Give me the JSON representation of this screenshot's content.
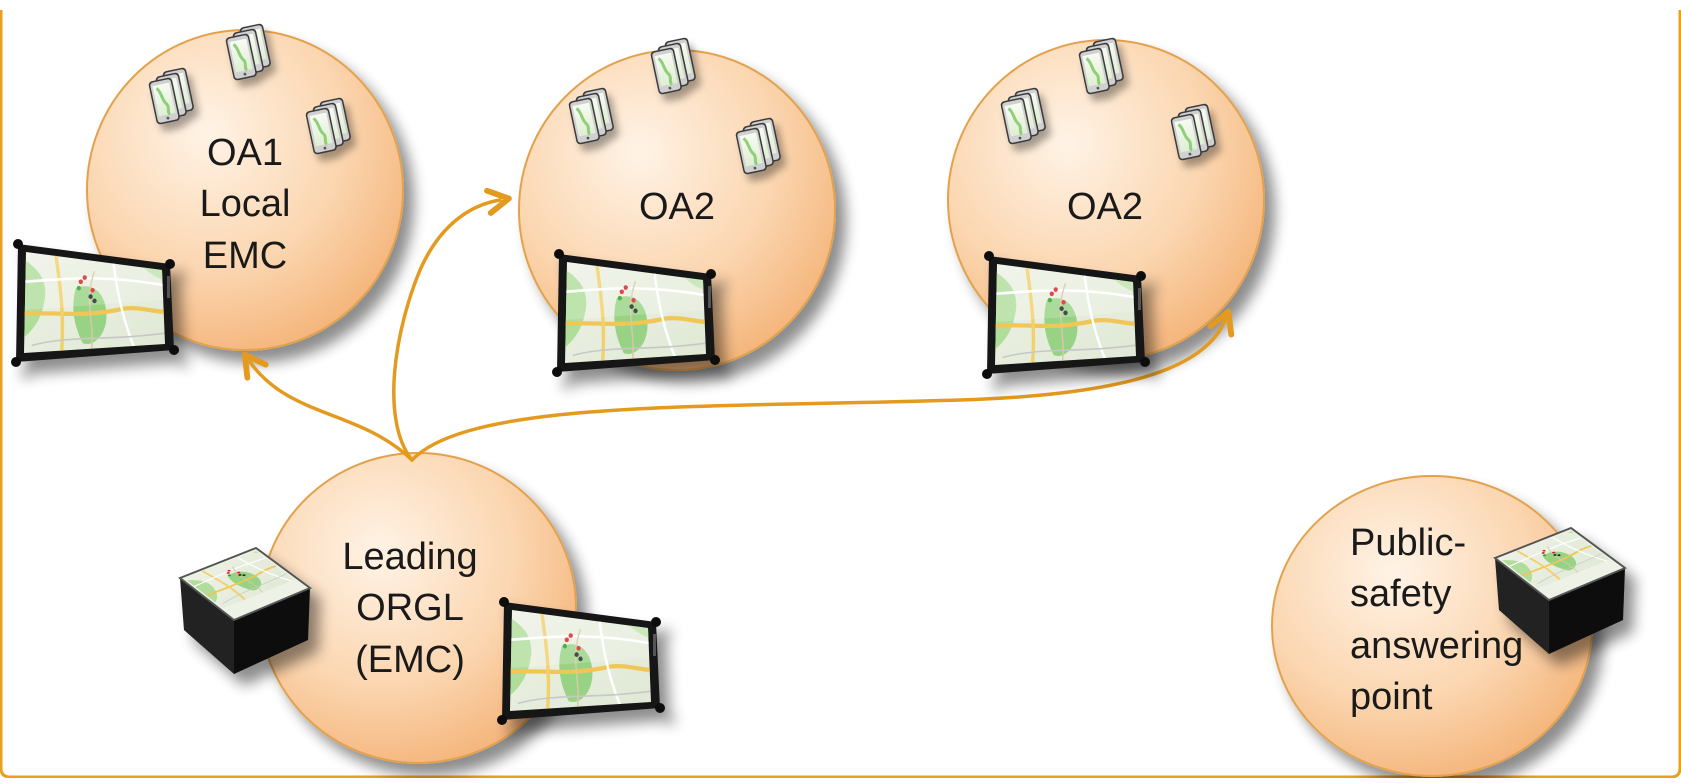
{
  "colors": {
    "frame": "#e8a020",
    "circle_fill_light": "#fff0e0",
    "circle_fill_dark": "#f5b77a",
    "circle_stroke": "#e2a24d",
    "arrow": "#e39a1e",
    "map_green": "#8fcf7a",
    "device_frame": "#1a1a1a"
  },
  "nodes": {
    "oa1": {
      "lines": [
        "OA1",
        "Local",
        "EMC"
      ]
    },
    "oa2_a": {
      "lines": [
        "OA2"
      ]
    },
    "oa2_b": {
      "lines": [
        "OA2"
      ]
    },
    "leading": {
      "lines": [
        "Leading",
        "ORGL",
        "(EMC)"
      ]
    },
    "psap": {
      "lines": [
        "Public-",
        "safety",
        "answering",
        "point"
      ]
    }
  },
  "icons": {
    "phone_cluster": "smartphone-map-icon",
    "tablet": "tablet-map-icon",
    "map_table": "map-table-icon"
  },
  "edges": [
    {
      "from": "leading",
      "to": "oa1"
    },
    {
      "from": "leading",
      "to": "oa2_a"
    },
    {
      "from": "leading",
      "to": "oa2_b"
    }
  ]
}
